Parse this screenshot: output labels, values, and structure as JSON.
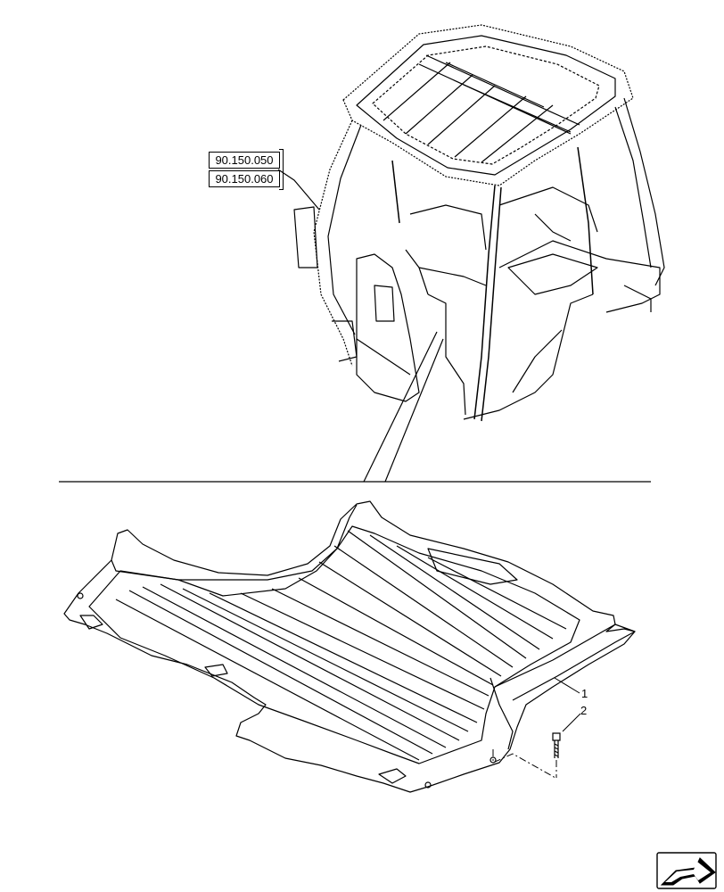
{
  "references": [
    "90.150.050",
    "90.150.060"
  ],
  "callouts": [
    {
      "id": "1",
      "label": "1"
    },
    {
      "id": "2",
      "label": "2"
    }
  ],
  "icons": {
    "navigation": "next-page-arrow-icon"
  },
  "colors": {
    "line": "#000000",
    "background": "#ffffff"
  }
}
